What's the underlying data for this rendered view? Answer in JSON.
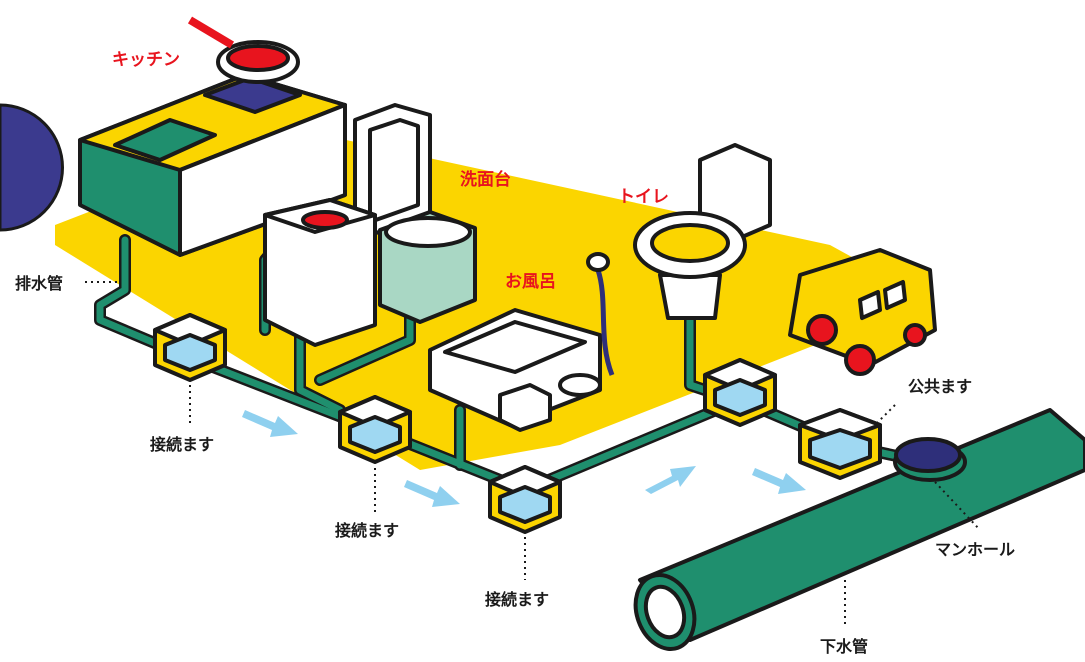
{
  "labels": {
    "kitchen": "キッチン",
    "washstand": "洗面台",
    "toilet": "トイレ",
    "bath": "お風呂",
    "drain_pipe": "排水管",
    "junction_box_1": "接続ます",
    "junction_box_2": "接続ます",
    "junction_box_3": "接続ます",
    "public_box": "公共ます",
    "manhole": "マンホール",
    "sewer_pipe": "下水管"
  },
  "colors": {
    "floor_yellow": "#fbd500",
    "pipe_green": "#1f8f6e",
    "outline": "#1a1a1a",
    "water_blue": "#9fd8f2",
    "label_red": "#e8141e",
    "arrow_blue": "#8fd0ef",
    "manhole_navy": "#2e2f7a",
    "wheel_red": "#e8141e"
  }
}
